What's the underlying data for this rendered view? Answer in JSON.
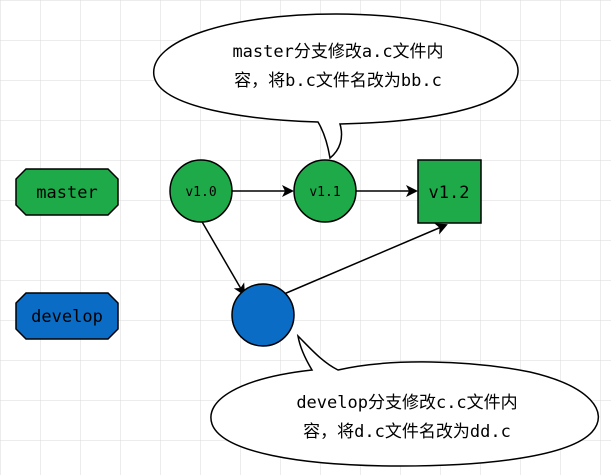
{
  "colors": {
    "grid": "#d9d9d9",
    "master_fill": "#1faa4a",
    "develop_fill": "#0a6cc4",
    "stroke": "#000000",
    "callout_fill": "#ffffff"
  },
  "branches": {
    "master": {
      "label": "master"
    },
    "develop": {
      "label": "develop"
    }
  },
  "commits": {
    "v1_0": {
      "label": "v1.0"
    },
    "v1_1": {
      "label": "v1.1"
    },
    "v1_2": {
      "label": "v1.2"
    },
    "develop_commit": {
      "label": ""
    }
  },
  "callouts": {
    "master_note": {
      "line1": "master分支修改a.c文件内",
      "line2": "容，将b.c文件名改为bb.c"
    },
    "develop_note": {
      "line1": "develop分支修改c.c文件内",
      "line2": "容，将d.c文件名改为dd.c"
    }
  }
}
